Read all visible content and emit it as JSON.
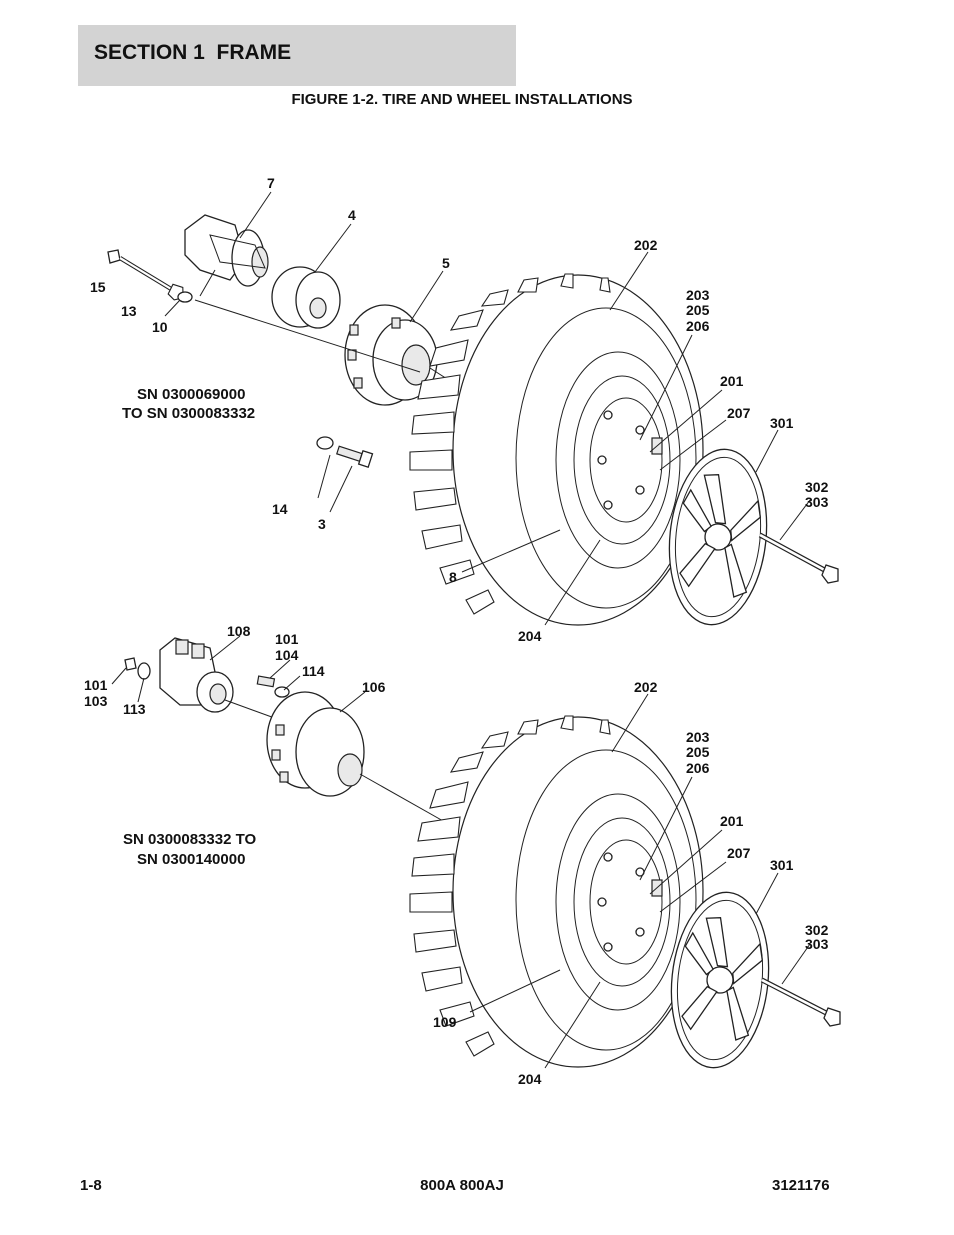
{
  "header": {
    "section": "SECTION 1  FRAME"
  },
  "figure": {
    "title": "FIGURE 1-2. TIRE AND WHEEL INSTALLATIONS"
  },
  "upper_assembly": {
    "serial_range": [
      "SN 0300069000",
      "TO SN 0300083332"
    ],
    "callouts": {
      "c7": "7",
      "c4": "4",
      "c5": "5",
      "c15": "15",
      "c13": "13",
      "c10": "10",
      "c14": "14",
      "c3": "3",
      "c8": "8",
      "c202": "202",
      "c203": "203",
      "c205": "205",
      "c206": "206",
      "c201": "201",
      "c207": "207",
      "c301": "301",
      "c302": "302",
      "c303": "303",
      "c204": "204"
    }
  },
  "lower_assembly": {
    "serial_range": [
      "SN 0300083332 TO",
      "SN 0300140000"
    ],
    "callouts": {
      "c108": "108",
      "c101a": "101",
      "c104": "104",
      "c114": "114",
      "c101b": "101",
      "c103": "103",
      "c113": "113",
      "c106": "106",
      "c202": "202",
      "c203": "203",
      "c205": "205",
      "c206": "206",
      "c201": "201",
      "c207": "207",
      "c301": "301",
      "c302": "302",
      "c303": "303",
      "c109": "109",
      "c204": "204"
    }
  },
  "footer": {
    "page": "1-8",
    "model": "800A 800AJ",
    "doc_number": "3121176"
  }
}
